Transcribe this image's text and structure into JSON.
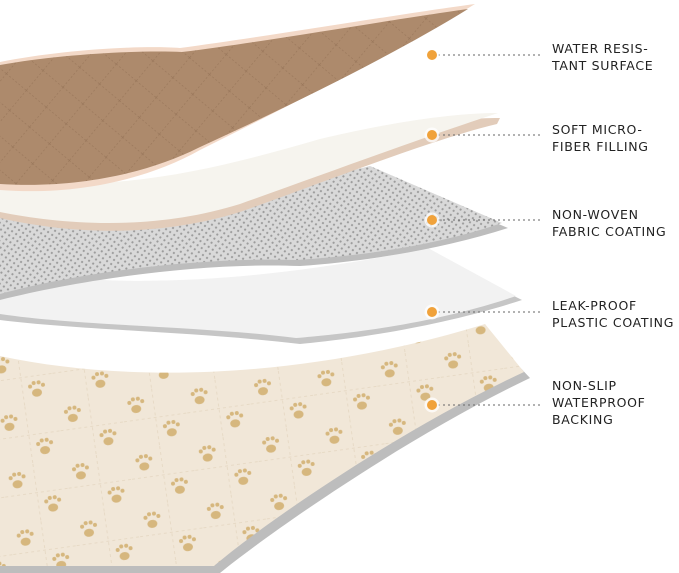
{
  "diagram": {
    "colors": {
      "surface_brown": "#ad8a6c",
      "surface_edge": "#f3d9c8",
      "filling_white": "#f6f4ee",
      "coating_gray": "#c8c8c8",
      "plastic_white": "#f2f2f2",
      "backing_cream": "#f1e7d8",
      "paw_print": "#d6b77e",
      "marker_orange": "#f0a23b"
    },
    "layers": [
      {
        "id": "water-resistant-surface",
        "label_lines": [
          "WATER RESIS-",
          "TANT SURFACE"
        ],
        "icon": "orange-dot-marker"
      },
      {
        "id": "soft-microfiber-filling",
        "label_lines": [
          "SOFT MICRO-",
          "FIBER FILLING"
        ],
        "icon": "orange-dot-marker"
      },
      {
        "id": "non-woven-fabric-coating",
        "label_lines": [
          "NON-WOVEN",
          "FABRIC COATING"
        ],
        "icon": "orange-dot-marker"
      },
      {
        "id": "leak-proof-plastic-coating",
        "label_lines": [
          "LEAK-PROOF",
          "PLASTIC COATING"
        ],
        "icon": "orange-dot-marker"
      },
      {
        "id": "non-slip-waterproof-backing",
        "label_lines": [
          "NON-SLIP",
          "WATERPROOF",
          "BACKING"
        ],
        "icon": "orange-dot-marker"
      }
    ]
  }
}
